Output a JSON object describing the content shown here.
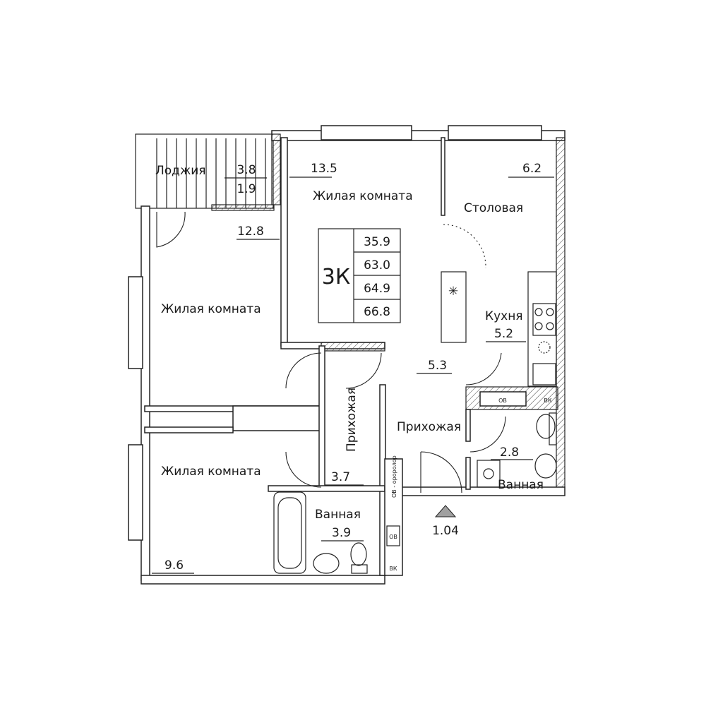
{
  "plan": {
    "type_label": "3К",
    "areas": [
      "35.9",
      "63.0",
      "64.9",
      "66.8"
    ],
    "entrance_mark": "1.04",
    "rooms": {
      "loggia": {
        "name": "Лоджия",
        "area": "3.8",
        "area_reduced": "1.9"
      },
      "living_top": {
        "name": "Жилая комната",
        "area": "13.5"
      },
      "dining": {
        "name": "Столовая",
        "area": "6.2"
      },
      "living_left": {
        "name": "Жилая комната",
        "area": "12.8"
      },
      "kitchen": {
        "name": "Кухня",
        "area": "5.2"
      },
      "hall_main": {
        "name": "Прихожая",
        "area": "5.3"
      },
      "hall_corridor": {
        "name": "Прихожая",
        "area": "3.7"
      },
      "living_bottom": {
        "name": "Жилая комната",
        "area": "9.6"
      },
      "bath_left": {
        "name": "Ванная",
        "area": "3.9"
      },
      "bath_right": {
        "name": "Ванная",
        "area": "2.8"
      }
    },
    "shaft_labels": {
      "ov": "ОВ",
      "vk": "ВК",
      "ov_reserve": "ОВ - ороролор"
    }
  },
  "colors": {
    "line": "#222222",
    "marker": "#a0a0a0"
  }
}
